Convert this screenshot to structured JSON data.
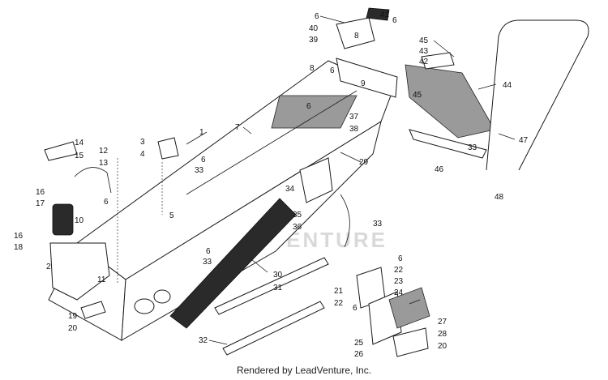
{
  "caption": "Rendered by LeadVenture, Inc.",
  "watermark": "LEADVENTURE",
  "callouts": [
    {
      "id": "c1",
      "text": "1"
    },
    {
      "id": "c2",
      "text": "2"
    },
    {
      "id": "c3",
      "text": "3"
    },
    {
      "id": "c4",
      "text": "4"
    },
    {
      "id": "c5",
      "text": "5"
    },
    {
      "id": "c6a",
      "text": "6"
    },
    {
      "id": "c6b",
      "text": "6"
    },
    {
      "id": "c6c",
      "text": "6"
    },
    {
      "id": "c6d",
      "text": "6"
    },
    {
      "id": "c6e",
      "text": "6"
    },
    {
      "id": "c6f",
      "text": "6"
    },
    {
      "id": "c6g",
      "text": "6"
    },
    {
      "id": "c6h",
      "text": "6"
    },
    {
      "id": "c6i",
      "text": "6"
    },
    {
      "id": "c7",
      "text": "7"
    },
    {
      "id": "c8a",
      "text": "8"
    },
    {
      "id": "c8b",
      "text": "8"
    },
    {
      "id": "c9",
      "text": "9"
    },
    {
      "id": "c10",
      "text": "10"
    },
    {
      "id": "c11",
      "text": "11"
    },
    {
      "id": "c12",
      "text": "12"
    },
    {
      "id": "c13",
      "text": "13"
    },
    {
      "id": "c14",
      "text": "14"
    },
    {
      "id": "c15",
      "text": "15"
    },
    {
      "id": "c16a",
      "text": "16"
    },
    {
      "id": "c16b",
      "text": "16"
    },
    {
      "id": "c17",
      "text": "17"
    },
    {
      "id": "c18",
      "text": "18"
    },
    {
      "id": "c19",
      "text": "19"
    },
    {
      "id": "c20a",
      "text": "20"
    },
    {
      "id": "c20b",
      "text": "20"
    },
    {
      "id": "c21",
      "text": "21"
    },
    {
      "id": "c22a",
      "text": "22"
    },
    {
      "id": "c22b",
      "text": "22"
    },
    {
      "id": "c23",
      "text": "23"
    },
    {
      "id": "c24",
      "text": "24"
    },
    {
      "id": "c25",
      "text": "25"
    },
    {
      "id": "c26",
      "text": "26"
    },
    {
      "id": "c27",
      "text": "27"
    },
    {
      "id": "c28",
      "text": "28"
    },
    {
      "id": "c29",
      "text": "29"
    },
    {
      "id": "c30",
      "text": "30"
    },
    {
      "id": "c31",
      "text": "31"
    },
    {
      "id": "c32",
      "text": "32"
    },
    {
      "id": "c33a",
      "text": "33"
    },
    {
      "id": "c33b",
      "text": "33"
    },
    {
      "id": "c33c",
      "text": "33"
    },
    {
      "id": "c33d",
      "text": "33"
    },
    {
      "id": "c34",
      "text": "34"
    },
    {
      "id": "c35",
      "text": "35"
    },
    {
      "id": "c36",
      "text": "36"
    },
    {
      "id": "c37",
      "text": "37"
    },
    {
      "id": "c38",
      "text": "38"
    },
    {
      "id": "c39",
      "text": "39"
    },
    {
      "id": "c40",
      "text": "40"
    },
    {
      "id": "c41",
      "text": "41"
    },
    {
      "id": "c42",
      "text": "42"
    },
    {
      "id": "c43",
      "text": "43"
    },
    {
      "id": "c44",
      "text": "44"
    },
    {
      "id": "c45a",
      "text": "45"
    },
    {
      "id": "c45b",
      "text": "45"
    },
    {
      "id": "c46",
      "text": "46"
    },
    {
      "id": "c47",
      "text": "47"
    },
    {
      "id": "c48",
      "text": "48"
    }
  ]
}
